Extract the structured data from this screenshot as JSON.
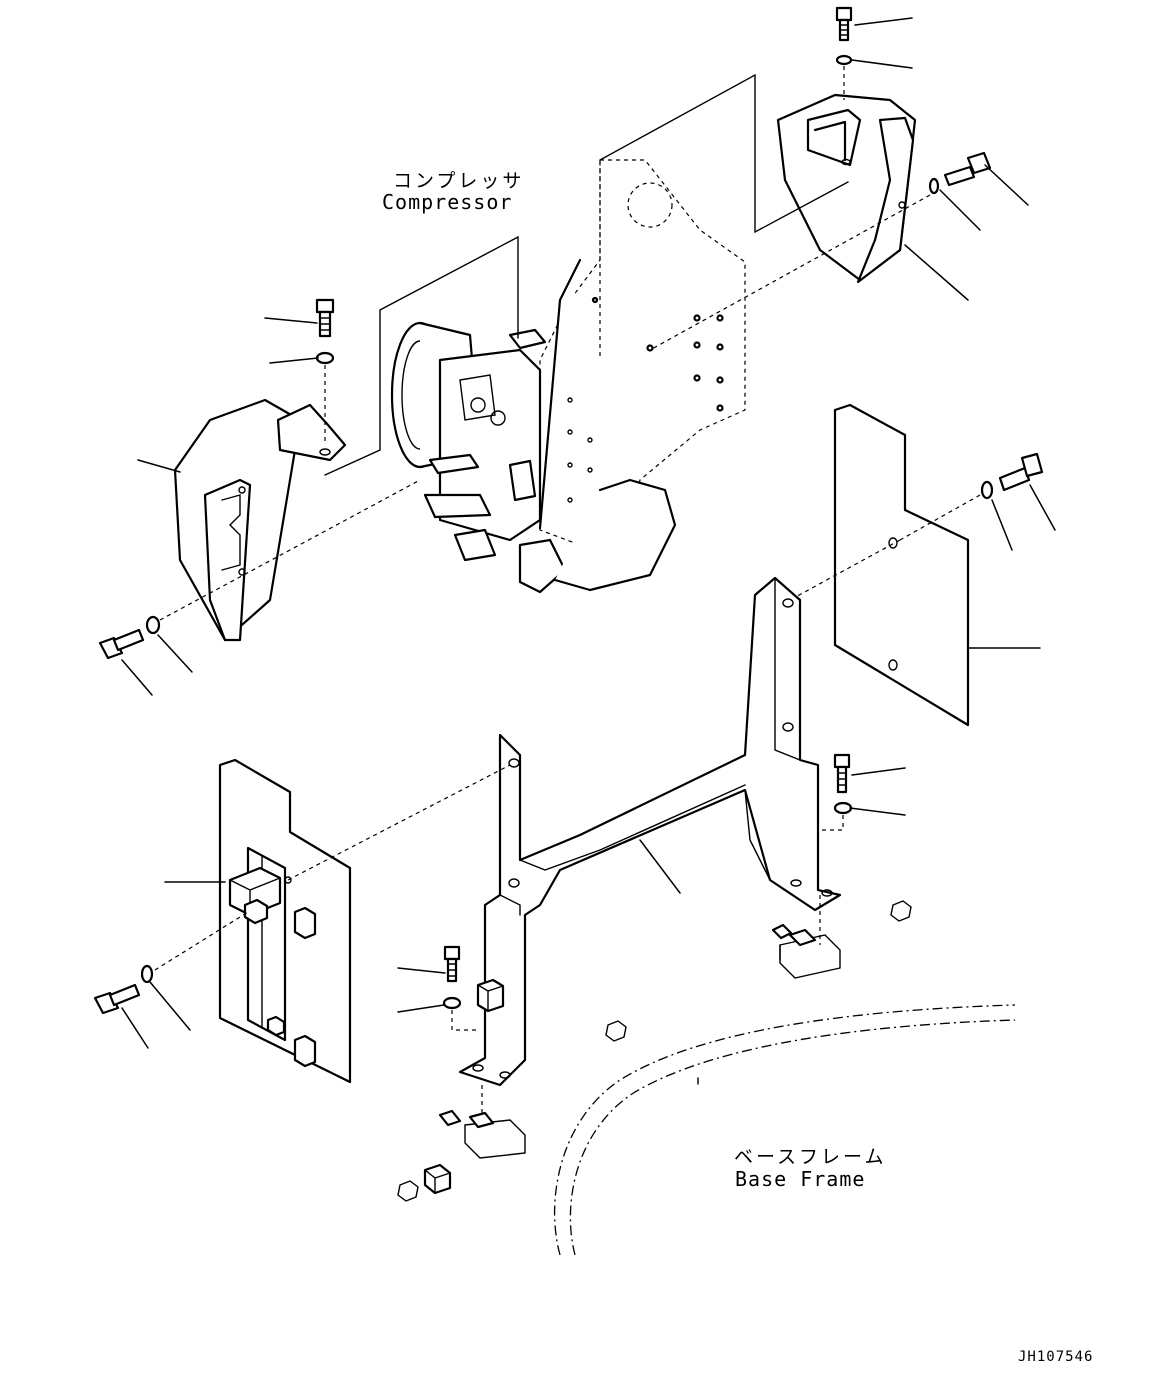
{
  "labels": {
    "compressor_jp": "コンプレッサ",
    "compressor_en": "Compressor",
    "base_frame_jp": "ベースフレーム",
    "base_frame_en": "Base Frame"
  },
  "drawing_code": "JH107546"
}
